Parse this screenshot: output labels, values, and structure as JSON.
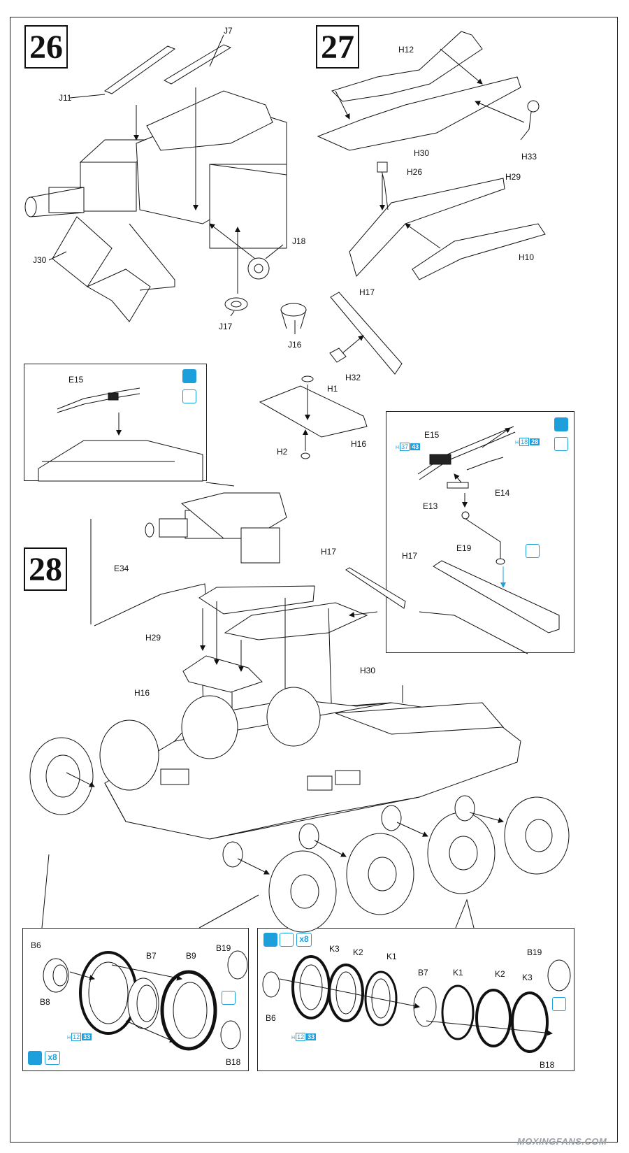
{
  "steps": {
    "s26": "26",
    "s27": "27",
    "s28": "28"
  },
  "labels": {
    "J11": "J11",
    "J7": "J7",
    "J30": "J30",
    "J18": "J18",
    "J17": "J17",
    "J16": "J16",
    "H12": "H12",
    "H30": "H30",
    "H33": "H33",
    "H26": "H26",
    "H29": "H29",
    "H10": "H10",
    "H17": "H17",
    "H32": "H32",
    "H1": "H1",
    "H16": "H16",
    "H2": "H2",
    "E15": "E15",
    "E14": "E14",
    "E13": "E13",
    "E19": "E19",
    "E34": "E34",
    "H17b": "H17",
    "H29b": "H29",
    "H30b": "H30",
    "H16b": "H16",
    "B6": "B6",
    "B7": "B7",
    "B9": "B9",
    "B19": "B19",
    "B8": "B8",
    "B18": "B18",
    "B6b": "B6",
    "K3": "K3",
    "K2": "K2",
    "K1": "K1",
    "B7b": "B7",
    "B19b": "B19",
    "K1b": "K1",
    "K2b": "K2",
    "K3b": "K3",
    "B18b": "B18",
    "E15b": "E15",
    "H17c": "H17"
  },
  "partrefs": {
    "h37": {
      "prefix": "H",
      "num": "37",
      "color": "43"
    },
    "h18": {
      "prefix": "H",
      "num": "18",
      "color": "28"
    },
    "h12a": {
      "prefix": "H",
      "num": "12",
      "color": "33"
    },
    "h12b": {
      "prefix": "H",
      "num": "12",
      "color": "33"
    }
  },
  "multipliers": {
    "left": "x8",
    "right": "x8"
  },
  "icons": {
    "brush": "paint-brush-icon",
    "rotate": "rotate-icon",
    "glue": "glue-icon",
    "flip": "flip-icon"
  },
  "watermark": "MOXINGFANS.COM",
  "colors": {
    "accent": "#1d9fdc",
    "line": "#111111"
  }
}
